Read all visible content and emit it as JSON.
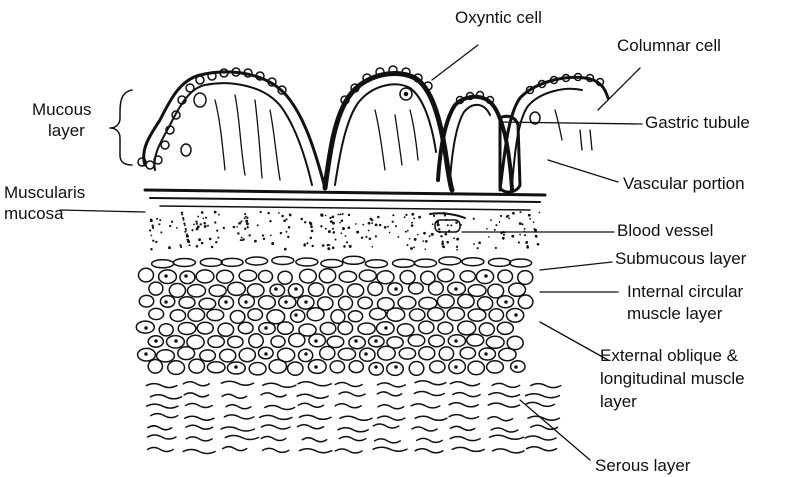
{
  "labels": {
    "oxyntic_cell": "Oxyntic cell",
    "columnar_cell": "Columnar cell",
    "mucous_layer_1": "Mucous",
    "mucous_layer_2": "layer",
    "gastric_tubule": "Gastric tubule",
    "muscularis_1": "Muscularis",
    "muscularis_2": "mucosa",
    "vascular_portion": "Vascular portion",
    "blood_vessel": "Blood vessel",
    "submucous_layer": "Submucous layer",
    "internal_circular_1": "Internal circular",
    "internal_circular_2": "muscle layer",
    "external_oblique_1": "External oblique &",
    "external_oblique_2": "longitudinal muscle",
    "external_oblique_3": "layer",
    "serous_layer": "Serous layer"
  },
  "colors": {
    "ink": "#111111",
    "background": "#ffffff"
  }
}
